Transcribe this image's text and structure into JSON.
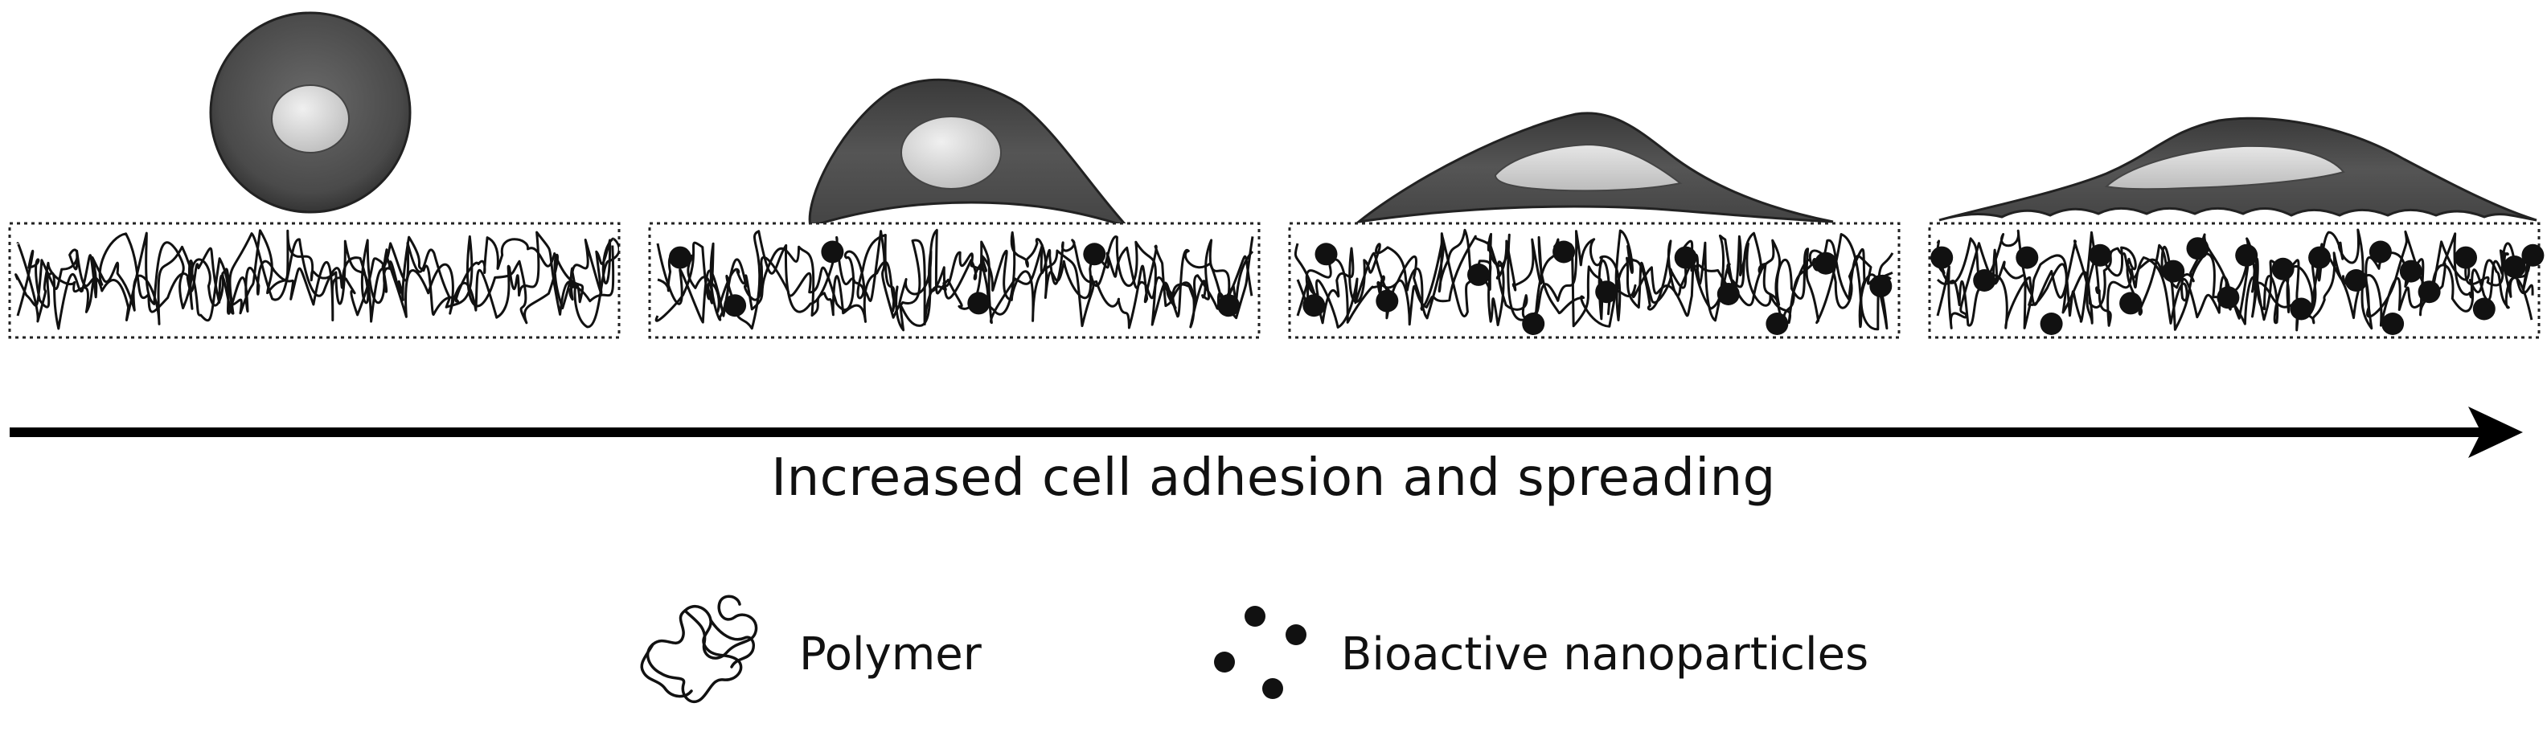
{
  "arrow_label": "Increased cell adhesion and spreading",
  "legend": {
    "polymer": "Polymer",
    "nanoparticles": "Bioactive nanoparticles"
  },
  "colors": {
    "cell_outer": "#4a4a4a",
    "cell_nucleus": "#d4d4d4",
    "nanoparticle": "#111111",
    "polymer_line": "#111111",
    "arrow": "#000000"
  },
  "stages": [
    {
      "cell_shape": "round",
      "nanoparticle_count": 0
    },
    {
      "cell_shape": "dome",
      "nanoparticle_count": 6
    },
    {
      "cell_shape": "spreading",
      "nanoparticle_count": 12
    },
    {
      "cell_shape": "flat",
      "nanoparticle_count": 22
    }
  ]
}
